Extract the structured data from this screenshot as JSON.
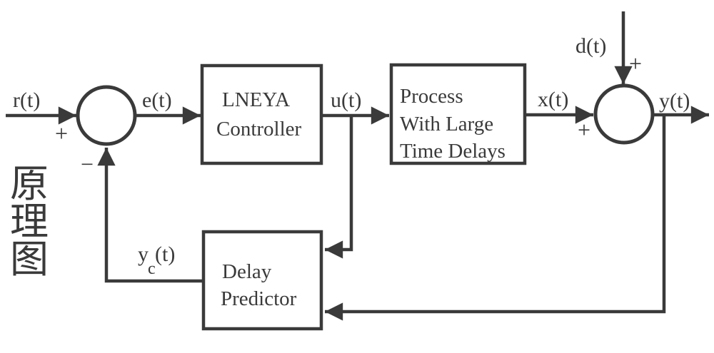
{
  "page": {
    "background": "#ffffff",
    "ink_color": "#3a3a3a"
  },
  "title": {
    "text": "原理图",
    "chars": [
      "原",
      "理",
      "图"
    ]
  },
  "signals": {
    "reference": "r(t)",
    "error": "e(t)",
    "control": "u(t)",
    "process_output": "x(t)",
    "output": "y(t)",
    "disturbance": "d(t)",
    "predictor_output": {
      "base": "y",
      "sub": "c",
      "rest": "(t)"
    }
  },
  "signs": {
    "reference_plus": "+",
    "feedback_minus": "−",
    "process_plus": "+",
    "disturbance_plus": "+"
  },
  "blocks": {
    "controller": {
      "line1": "LNEYA",
      "line2": "Controller"
    },
    "process": {
      "line1": "Process",
      "line2": "With Large",
      "line3": "Time Delays"
    },
    "predictor": {
      "line1": "Delay",
      "line2": "Predictor"
    }
  }
}
